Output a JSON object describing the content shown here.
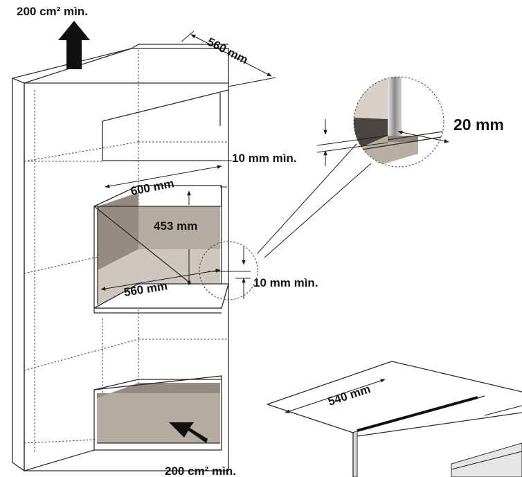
{
  "labels": {
    "vent_top": "200 cm² mìn.",
    "vent_bottom": "200 cm² mìn.",
    "depth_top": "560 mm",
    "width_opening": "600 mm",
    "height_opening": "453 mm",
    "depth_opening": "560 mm",
    "gap_upper": "10 mm mìn.",
    "gap_lower": "10 mm mìn.",
    "thickness_detail": "20 mm",
    "depth_drawer": "540 mm"
  },
  "colors": {
    "line": "#2b2b2b",
    "cavity": "#b4aca1",
    "cavity_dark": "#948c82",
    "text": "#141414"
  }
}
